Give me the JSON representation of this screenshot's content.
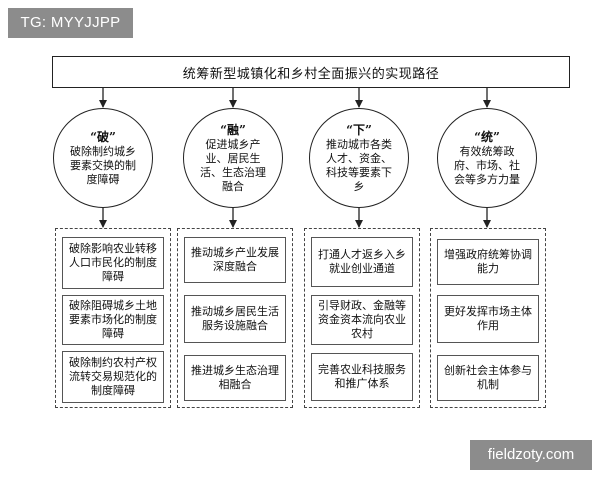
{
  "watermarks": {
    "telegram": "TG: MYYJJPP",
    "site": "fieldzoty.com"
  },
  "title": "统筹新型城镇化和乡村全面振兴的实现路径",
  "paths": [
    {
      "keyword": "“破”",
      "description": "破除制约城乡要素交换的制度障碍",
      "items": [
        "破除影响农业转移人口市民化的制度障碍",
        "破除阻碍城乡土地要素市场化的制度障碍",
        "破除制约农村产权流转交易规范化的制度障碍"
      ]
    },
    {
      "keyword": "“融”",
      "description": "促进城乡产业、居民生活、生态治理融合",
      "items": [
        "推动城乡产业发展深度融合",
        "推动城乡居民生活服务设施融合",
        "推进城乡生态治理相融合"
      ]
    },
    {
      "keyword": "“下”",
      "description": "推动城市各类人才、资金、科技等要素下乡",
      "items": [
        "打通人才返乡入乡就业创业通道",
        "引导财政、金融等资金资本流向农业农村",
        "完善农业科技服务和推广体系"
      ]
    },
    {
      "keyword": "“统”",
      "description": "有效统筹政府、市场、社会等多方力量",
      "items": [
        "增强政府统筹协调能力",
        "更好发挥市场主体作用",
        "创新社会主体参与机制"
      ]
    }
  ]
}
